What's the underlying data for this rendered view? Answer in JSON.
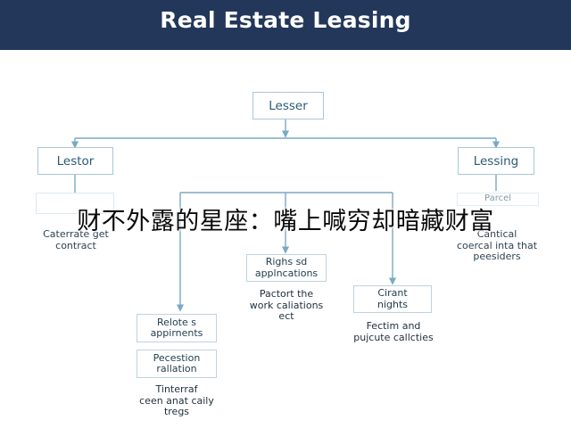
{
  "header": {
    "title": "Real Estate Leasing"
  },
  "colors": {
    "banner": "#22375a",
    "connector": "#7aa9c2",
    "box_border": "#a9c7d6",
    "box_text": "#2c5a74"
  },
  "nodes": {
    "lesser": "Lesser",
    "lestor": "Lestor",
    "lessing": "Lessing",
    "lestor_note": "Caterrate get\ncontract",
    "lessing_box": "Parcel",
    "lessing_note": "Cantical\ncoercal inta that\npeesiders",
    "rights_box": "Righs sd\napplncations",
    "rights_note": "Pactort the\nwork caliations\nect",
    "relate_box": "Relote s\nappirnents",
    "recession_box": "Pecestion\nrallation",
    "recession_note": "Tinterraf\nceen anat caily\ntregs",
    "current_box": "Cirant\nnights",
    "current_note": "Fectim and\npujcute callcties"
  },
  "overlay": {
    "caption": "财不外露的星座：嘴上喊穷却暗藏财富"
  }
}
